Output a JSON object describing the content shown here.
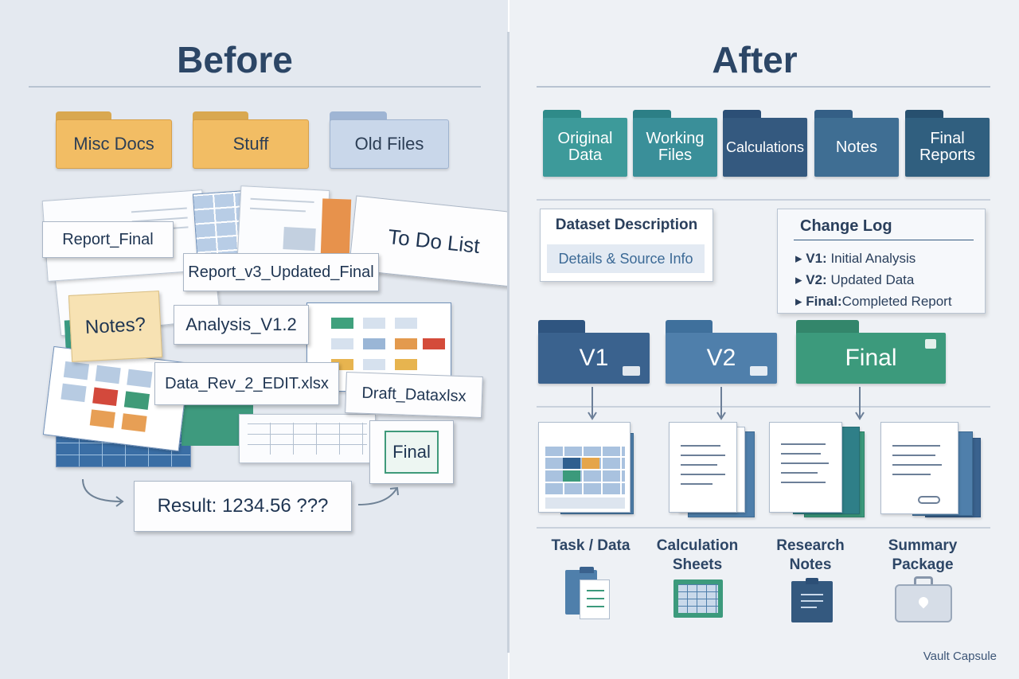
{
  "before": {
    "title": "Before",
    "folders": [
      "Misc Docs",
      "Stuff",
      "Old Files"
    ],
    "labels": [
      "Report_Final",
      "To Do List",
      "Report_v3_Updated_Final",
      "Notes?",
      "Analysis_V1.2",
      "Data_Rev_2_EDIT.xlsx",
      "Draft_Dataxlsx",
      "Final"
    ],
    "result": "Result: 1234.56 ???"
  },
  "after": {
    "title": "After",
    "folders": [
      "Original Data",
      "Working Files",
      "Calculations",
      "Notes",
      "Final Reports"
    ],
    "dataset": {
      "title": "Dataset Description",
      "subtitle": "Details & Source Info"
    },
    "changelog": {
      "title": "Change Log",
      "entries": [
        {
          "key": "V1:",
          "text": " Initial Analysis"
        },
        {
          "key": "V2:",
          "text": "  Updated Data"
        },
        {
          "key": "Final:",
          "text": "Completed Report"
        }
      ]
    },
    "versions": [
      "V1",
      "V2",
      "Final"
    ],
    "categories": [
      {
        "line1": "Task / Data",
        "line2": ""
      },
      {
        "line1": "Calculation",
        "line2": "Sheets"
      },
      {
        "line1": "Research",
        "line2": "Notes"
      },
      {
        "line1": "Summary",
        "line2": "Package"
      }
    ],
    "brand": "Vault Capsule"
  },
  "colors": {
    "teal": "#3d9a9a",
    "teal_dark": "#2f7f88",
    "navy": "#34597f",
    "steel": "#3f6e93",
    "green": "#3c9a7c",
    "blue": "#4f7fab",
    "folder_yellow": "#f2bd64",
    "folder_lightblue": "#c9d7ea"
  }
}
